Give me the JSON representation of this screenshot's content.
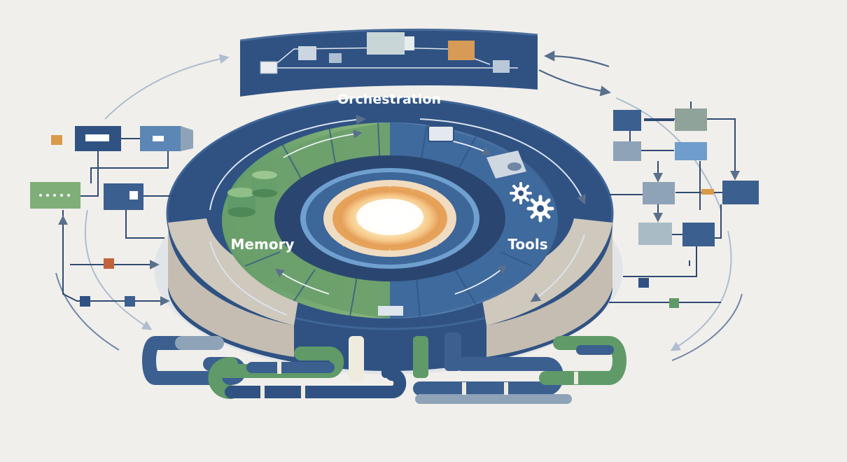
{
  "labels": {
    "orchestration": "Orchestration",
    "memory": "Memory",
    "tools": "Tools"
  },
  "colors": {
    "background": "#f1efeb",
    "navy": "#2c4a78",
    "blue_mid": "#3b5f8f",
    "blue_light": "#5b86b5",
    "sky": "#7fa7cf",
    "green": "#5f9a68",
    "green_light": "#86b47a",
    "gray_blue": "#8fa3b8",
    "sand": "#c9c2b6",
    "orange": "#d99a4a",
    "rust": "#c0643c",
    "core_glow": "#fff6dc"
  },
  "icons": [
    "gear-icon",
    "database-icon",
    "arrow-icon",
    "pipe-icon"
  ]
}
